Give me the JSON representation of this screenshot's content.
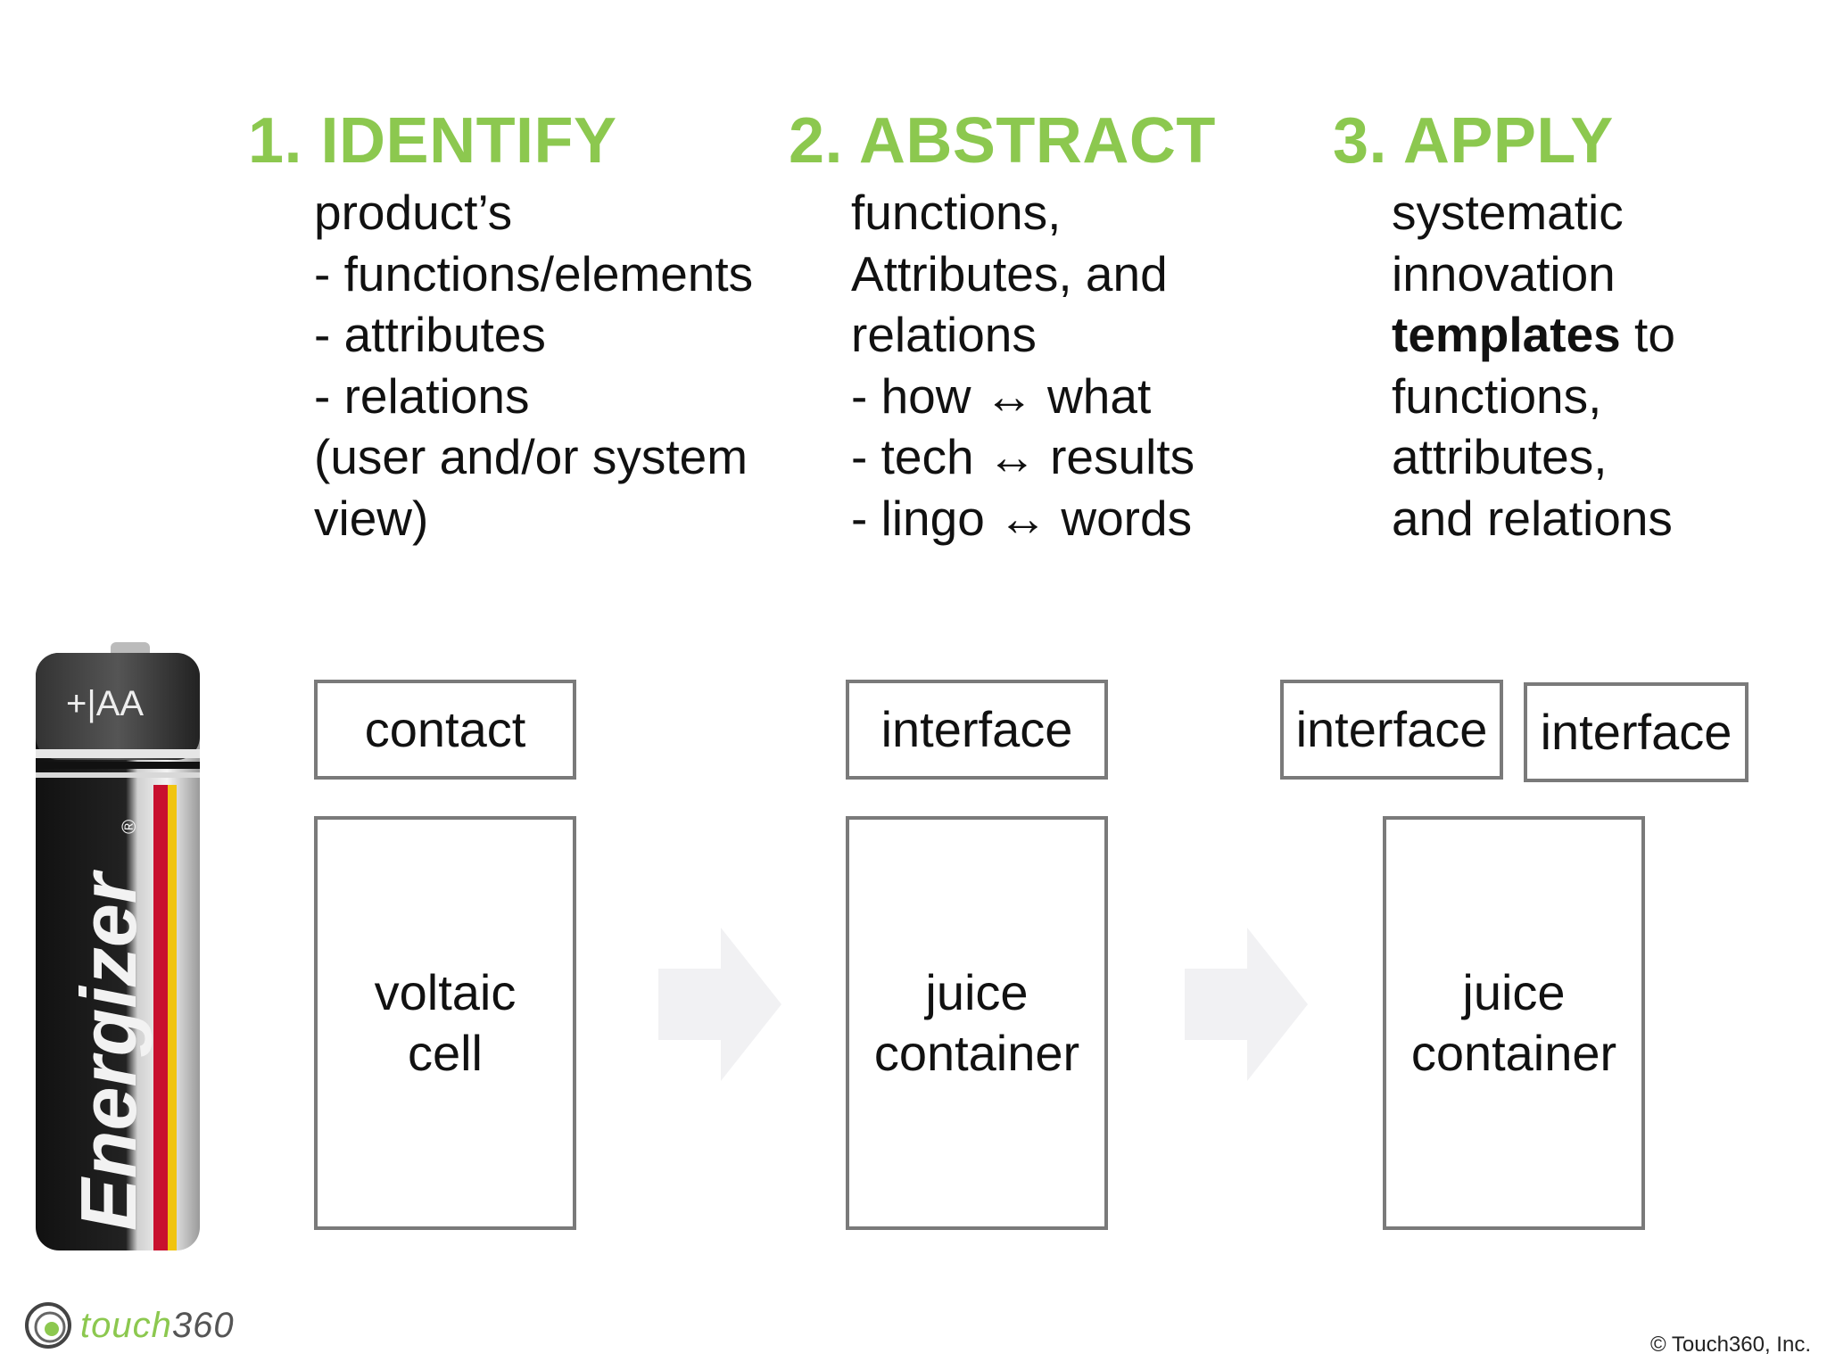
{
  "columns": [
    {
      "heading": "1. IDENTIFY",
      "lines": [
        "product’s",
        "- functions/elements",
        "- attributes",
        "- relations",
        "(user and/or system",
        "view)"
      ]
    },
    {
      "heading": "2. ABSTRACT",
      "lines": [
        "functions,",
        "Attributes, and",
        "relations",
        "- how ↔ what",
        "- tech ↔ results",
        "- lingo ↔ words"
      ]
    },
    {
      "heading": "3. APPLY",
      "lines": [
        "systematic",
        "innovation"
      ],
      "bold_word": "templates",
      "bold_suffix": " to",
      "lines_after": [
        "functions,",
        "attributes,",
        "and relations"
      ]
    }
  ],
  "boxes": {
    "identify_top": "contact",
    "identify_main": [
      "voltaic",
      "cell"
    ],
    "abstract_top": "interface",
    "abstract_main": [
      "juice",
      "container"
    ],
    "apply_top_left": "interface",
    "apply_top_right": "interface",
    "apply_main": [
      "juice",
      "container"
    ]
  },
  "battery": {
    "label_top": "+|AA",
    "brand": "Energizer",
    "registered": "®"
  },
  "logo": {
    "text": "touch",
    "num": "360",
    "icon": "swirl-logo-icon"
  },
  "footer": {
    "copyright": "© Touch360, Inc."
  },
  "colors": {
    "heading_green": "#8cc84f",
    "box_border": "#7a7a7a",
    "arrow_gray": "#f1f1f3"
  }
}
